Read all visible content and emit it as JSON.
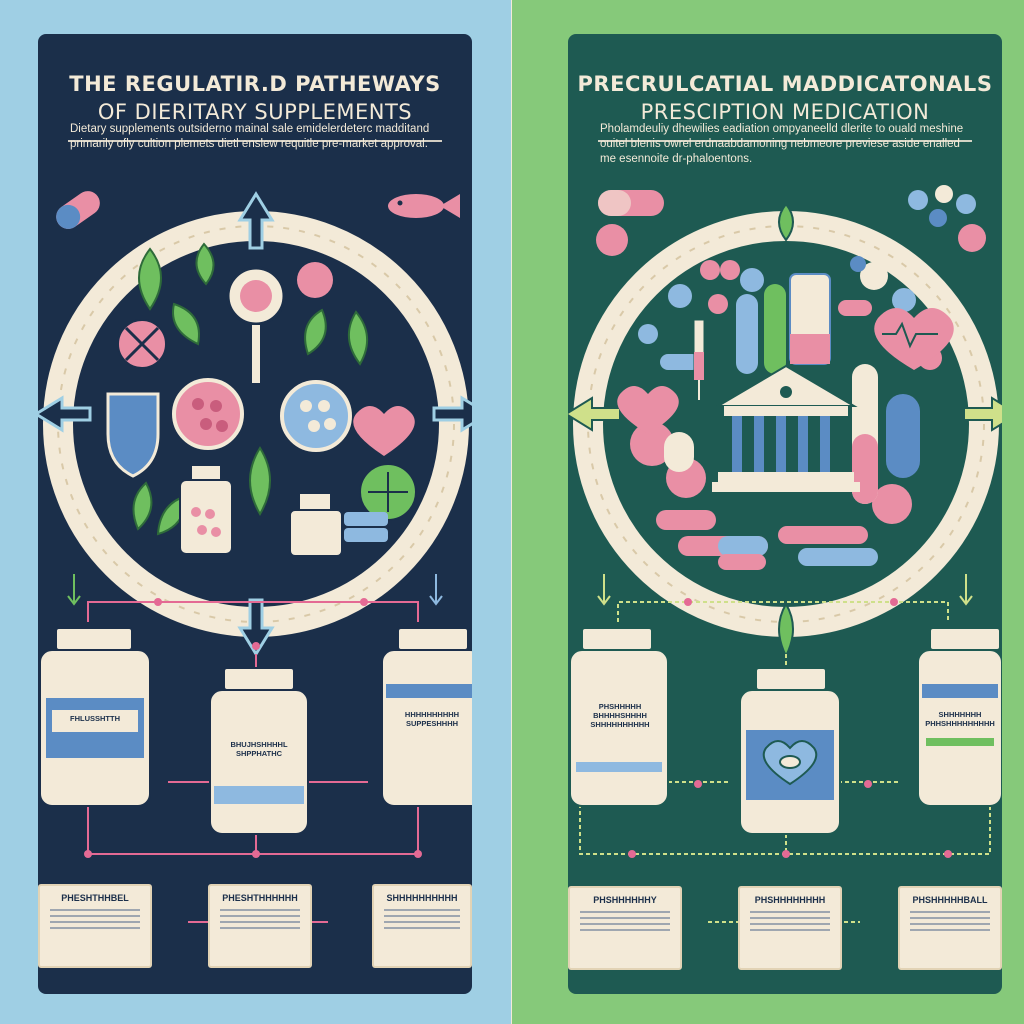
{
  "left": {
    "title_line1": "THE REGULATIR.D PATHEWAYS",
    "title_line2": "OF DIERITARY SUPPLEMENTS",
    "blurb": "Dietary supplements outsiderno mainal sale emidelerdeterc madditand primarily ofly cultion plemets dietl enslew requitle pre-market approval.",
    "bottle_labels": [
      "FHLUSSHTTH",
      "BHUJHSHHHHL SHPPHATHC",
      "HHHHHHHHHH SUPPESHHHH"
    ],
    "box_labels": [
      "PHESHTHHBEL",
      "PHESHTHHHHHH",
      "SHHHHHHHHHH"
    ],
    "colors": {
      "background": "#9fcfe4",
      "panel": "#1b2f4a",
      "connector": "#e46a94",
      "ring": "#f3ead8"
    }
  },
  "right": {
    "title_line1": "PRECRULCATIAL MADDICATONALS",
    "title_line2": "PRESCIPTION MEDICATION",
    "blurb": "Pholamdeuliy dhewilies eadiation ompyaneelld dlerite to ouald meshine ouitel blenis owrel erdnaabdamoning nebmeore previese aside enalled me esennoite dr-phaloentons.",
    "bottle_labels": [
      "PHSHHHHH BHHHHSHHHH SHHHHHHHHHH",
      "",
      "SHHHHHHH PHHSHHHHHHHHH"
    ],
    "box_labels": [
      "PHSHHHHHHY",
      "PHSHHHHHHHH",
      "PHSHHHHHBALL"
    ],
    "colors": {
      "background": "#86c97a",
      "panel": "#1e5a52",
      "connector": "#cfe08a",
      "ring": "#f3ead8"
    }
  }
}
